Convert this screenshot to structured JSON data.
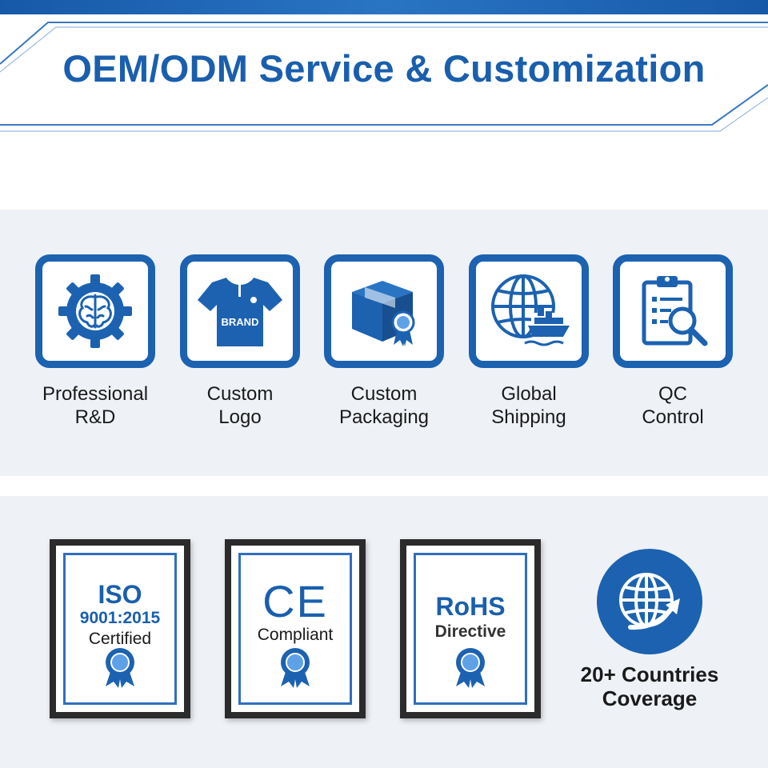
{
  "header": {
    "title": "OEM/ODM Service & Customization"
  },
  "services": [
    {
      "line1": "Professional",
      "line2": "R&D",
      "icon": "brain-gear-icon"
    },
    {
      "line1": "Custom",
      "line2": "Logo",
      "icon": "brand-shirt-icon",
      "badge": "BRAND"
    },
    {
      "line1": "Custom",
      "line2": "Packaging",
      "icon": "package-box-icon"
    },
    {
      "line1": "Global",
      "line2": "Shipping",
      "icon": "globe-ship-icon"
    },
    {
      "line1": "QC",
      "line2": "Control",
      "icon": "clipboard-magnifier-icon"
    }
  ],
  "certifications": [
    {
      "title": "ISO",
      "sub1": "9001:2015",
      "sub2": "Certified"
    },
    {
      "title": "CE",
      "sub1": "Compliant"
    },
    {
      "title": "RoHS",
      "sub1": "Directive"
    }
  ],
  "coverage": {
    "line1": "20+ Countries",
    "line2": "Coverage",
    "icon": "globe-arrow-icon"
  },
  "colors": {
    "brand_blue": "#1c62b0",
    "title_blue": "#1a5fad",
    "band_gray": "#eef1f6",
    "frame_black": "#2b2b2b"
  }
}
